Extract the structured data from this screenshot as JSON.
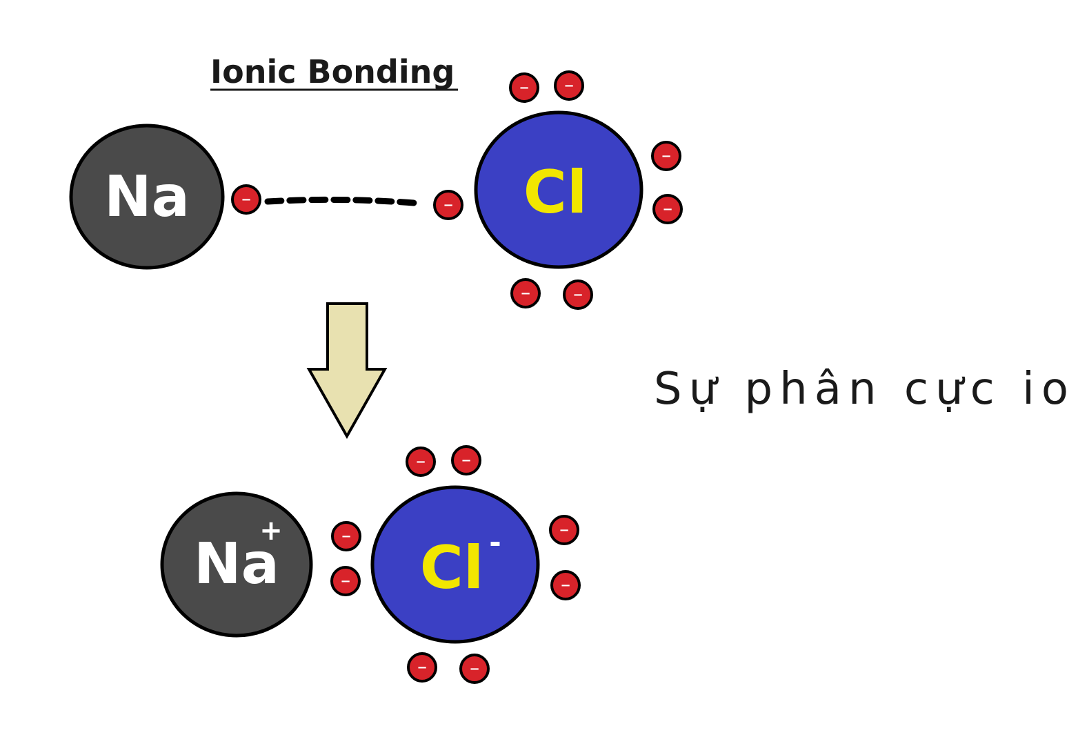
{
  "title": "Ionic Bonding",
  "caption": "Sự phân cực ion",
  "colors": {
    "sodium": "#4a4a4a",
    "chlorine": "#3b40c4",
    "chlorine_label": "#f2e600",
    "sodium_label": "#ffffff",
    "electron": "#d8232a",
    "arrow_fill": "#e8e1b0",
    "outline": "#000000"
  },
  "before": {
    "sodium": {
      "symbol": "Na"
    },
    "chlorine": {
      "symbol": "Cl"
    },
    "electron_sign": "−"
  },
  "after": {
    "sodium": {
      "symbol": "Na",
      "charge": "+"
    },
    "chlorine": {
      "symbol": "Cl",
      "charge": "-"
    }
  },
  "arrow": {
    "icon": "down-arrow-icon"
  }
}
